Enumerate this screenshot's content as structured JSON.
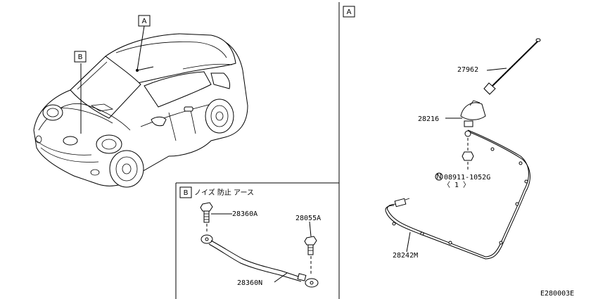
{
  "diagram_code": "E280003E",
  "callouts": {
    "overview_a": "A",
    "overview_b": "B",
    "section_a": "A",
    "section_b": "B"
  },
  "section_b_title": "ノイズ 防止 アース",
  "part_numbers": {
    "antenna_rod": "27962",
    "antenna_base": "28216",
    "nut": "08911-1052G",
    "nut_prefix": "N",
    "nut_qty": "〈 1 〉",
    "feeder_cable": "28242M",
    "bolt_upper": "28360A",
    "bolt_right": "28055A",
    "ground_strap": "28360N"
  }
}
